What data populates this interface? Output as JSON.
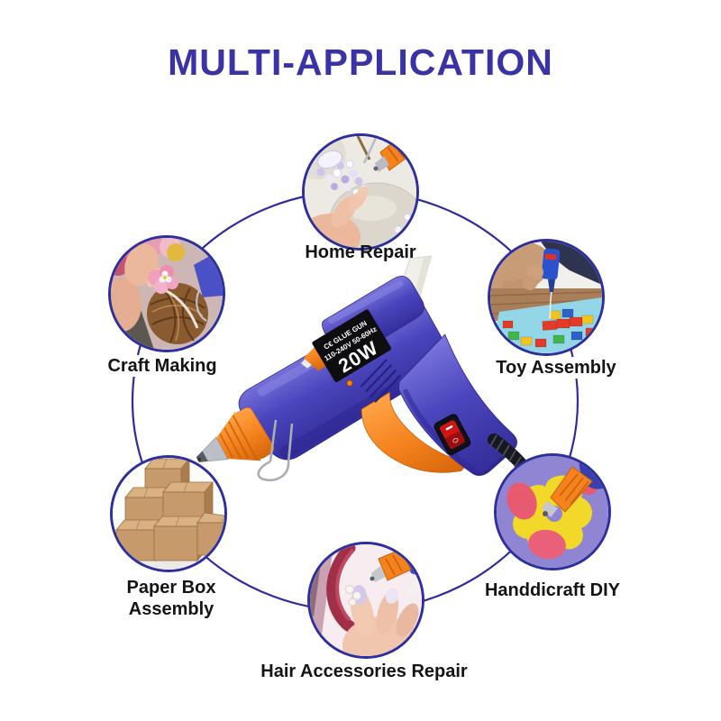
{
  "title": "MULTI-APPLICATION",
  "product": {
    "label": {
      "wattage": "20W",
      "certification": "C€ GLUE GUN",
      "voltage": "110-240V 50-60Hz"
    }
  },
  "applications": [
    {
      "id": "home-repair",
      "label": "Home Repair"
    },
    {
      "id": "craft-making",
      "label": "Craft Making"
    },
    {
      "id": "toy-assembly",
      "label": "Toy Assembly"
    },
    {
      "id": "paper-box-assembly",
      "label": "Paper Box Assembly"
    },
    {
      "id": "handdicraft-diy",
      "label": "Handdicraft DIY"
    },
    {
      "id": "hair-accessories-repair",
      "label": "Hair Accessories Repair"
    }
  ],
  "colors": {
    "title_blue": "#3a33a6",
    "ring_blue": "#2e2b9d",
    "circle_border_blue": "#2c2f9c",
    "gun_body_blue": "#4b45bd",
    "gun_orange": "#f5831d",
    "switch_red": "#cf1616",
    "label_text": "#141414"
  }
}
